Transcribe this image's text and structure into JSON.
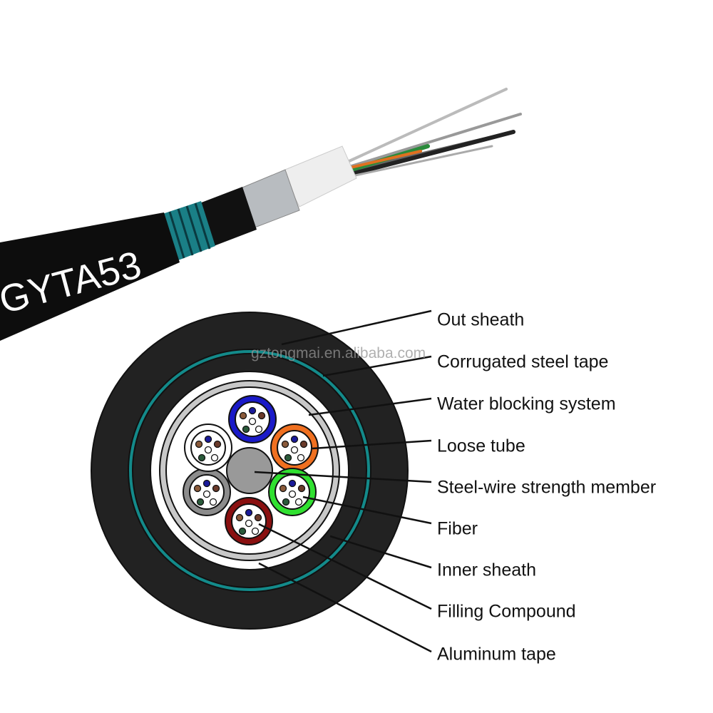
{
  "cable_model": "GYTA53",
  "watermark": "gztongmai.en.alibaba.com",
  "labels": [
    "Out sheath",
    "Corrugated steel tape",
    "Water blocking system",
    "Loose tube",
    "Steel-wire strength member",
    "Fiber",
    "Inner sheath",
    "Filling Compound",
    "Aluminum tape"
  ],
  "colors": {
    "sheath": "#222222",
    "steel_tape": "#138a8a",
    "tubes": [
      "#1a1ac8",
      "#f07020",
      "#30e030",
      "#8a1010",
      "#8c8c8c",
      "#ffffff"
    ]
  }
}
